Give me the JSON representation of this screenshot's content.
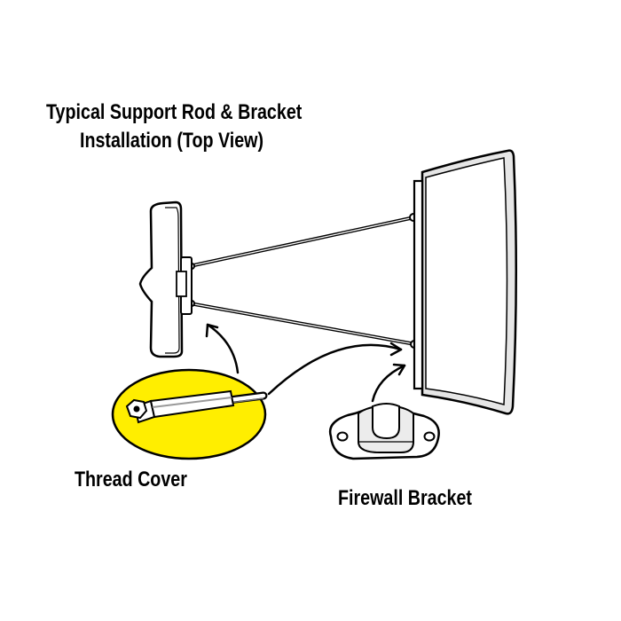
{
  "title": {
    "line1": "Typical Support Rod & Bracket",
    "line2": "Installation (Top View)"
  },
  "labels": {
    "thread_cover": "Thread Cover",
    "firewall_bracket": "Firewall Bracket"
  },
  "colors": {
    "ink": "#000000",
    "highlight": "#ffee00",
    "fill": "#ffffff",
    "shade": "#d8d8d8"
  }
}
